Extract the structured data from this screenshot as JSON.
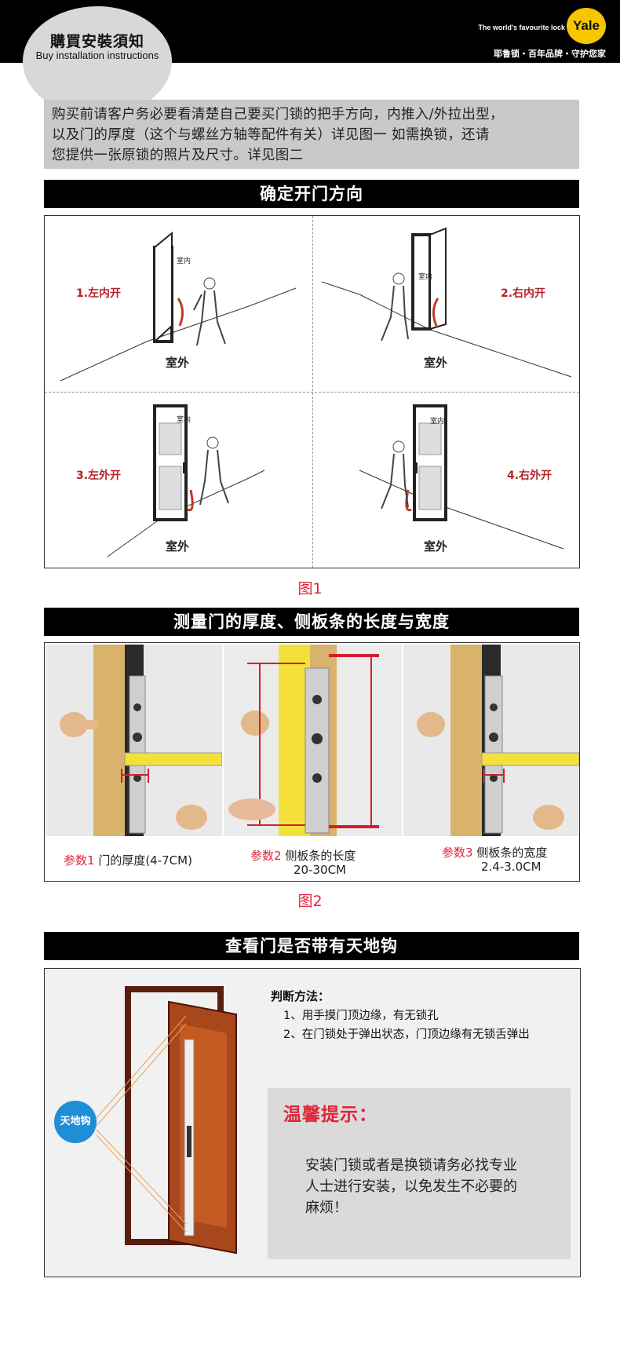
{
  "header": {
    "title_zh": "購買安裝須知",
    "title_en": "Buy installation instructions",
    "brand_tagline": "The world's favourite lock",
    "brand_logo": "Yale",
    "brand_slogan": "耶鲁锁・百年品牌・守护您家"
  },
  "notice": {
    "line1": "购买前请客户务必要看清楚自己要买门锁的把手方向，内推入/外拉出型，",
    "line2": "以及门的厚度（这个与螺丝方轴等配件有关）详见图一  如需换锁，还请",
    "line3": "您提供一张原锁的照片及尺寸。详见图二"
  },
  "section1": {
    "title": "确定开门方向",
    "indoor_label": "室内",
    "outdoor_label": "室外",
    "directions": [
      {
        "label": "1.左内开"
      },
      {
        "label": "2.右内开"
      },
      {
        "label": "3.左外开"
      },
      {
        "label": "4.右外开"
      }
    ],
    "caption": "图1"
  },
  "section2": {
    "title": "测量门的厚度、侧板条的长度与宽度",
    "params": [
      {
        "tag": "参数1",
        "desc": "门的厚度(4-7CM)",
        "value": ""
      },
      {
        "tag": "参数2",
        "desc": "侧板条的长度",
        "value": "20-30CM"
      },
      {
        "tag": "参数3",
        "desc": "侧板条的宽度",
        "value": "2.4-3.0CM"
      }
    ],
    "caption": "图2"
  },
  "section3": {
    "title": "查看门是否带有天地钩",
    "method_title": "判断方法：",
    "methods": [
      "1、用手摸门顶边缘，有无锁孔",
      "2、在门锁处于弹出状态，门顶边缘有无锁舌弹出"
    ],
    "badge": "天地钩",
    "tip_title": "温馨提示：",
    "tip_lines": [
      "安装门锁或者是换锁请务必找专业",
      "人士进行安装，以免发生不必要的",
      "麻烦！"
    ]
  },
  "colors": {
    "accent_red": "#e2233a",
    "label_red": "#b5242b",
    "badge_blue": "#1e8fd6",
    "brand_yellow": "#f7c600"
  }
}
